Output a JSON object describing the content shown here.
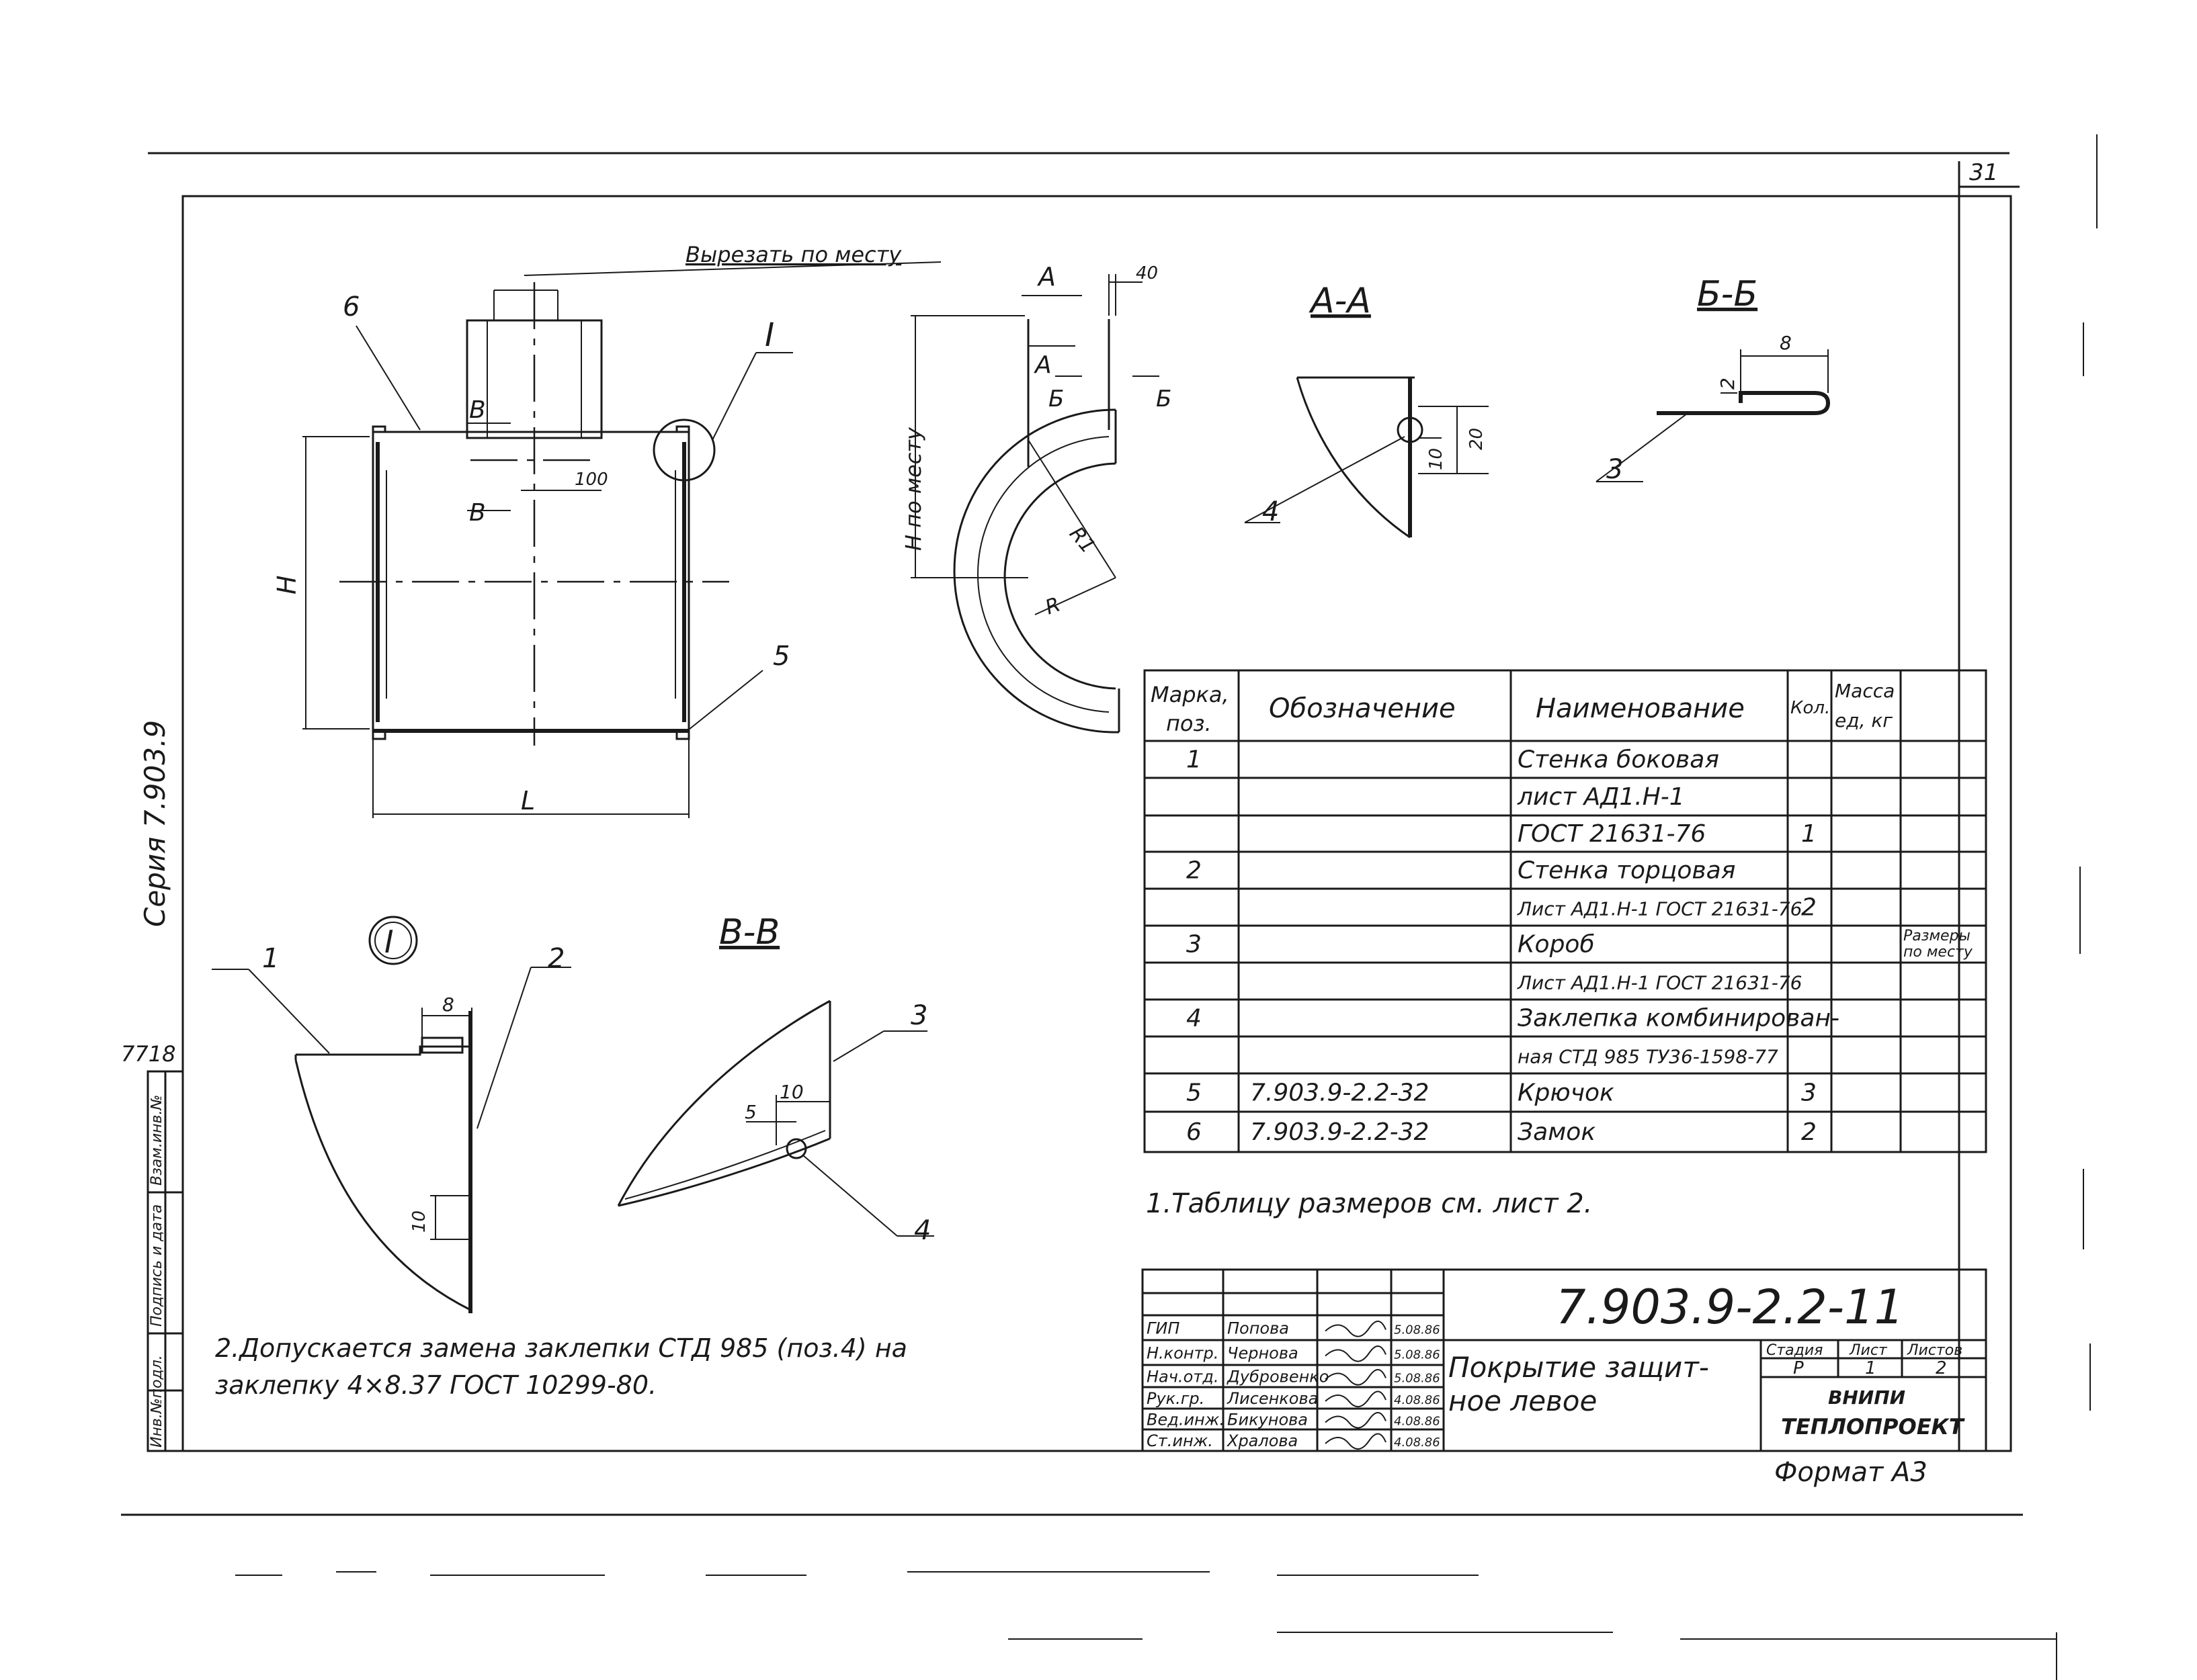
{
  "sheet": {
    "page_number": "31",
    "series_label": "Серия 7.903.9",
    "format_label": "Формат А3"
  },
  "side_strip": {
    "code": "7718",
    "rows": [
      "Взам.инв.№",
      "Подпись и дата",
      "Инв.№подл."
    ]
  },
  "main_view": {
    "cut_note": "Вырезать по месту",
    "pos_6": "6",
    "pos_5": "5",
    "detail_mark": "I",
    "section_b": "В",
    "dim_100": "100",
    "dim_H": "H",
    "dim_L": "L"
  },
  "side_view": {
    "mark_a": "А",
    "mark_b": "Б",
    "dim_40": "40",
    "height_label": "H по месту",
    "radius_1": "R1",
    "radius": "R"
  },
  "section_aa": {
    "title": "А-А",
    "dim_10": "10",
    "dim_20": "20",
    "pos": "4"
  },
  "section_bb": {
    "title": "Б-Б",
    "dim_8": "8",
    "dim_2": "2",
    "pos": "3"
  },
  "detail_1": {
    "mark": "I",
    "pos_1": "1",
    "pos_2": "2",
    "dim_8": "8",
    "dim_10": "10"
  },
  "section_vv": {
    "title": "В-В",
    "pos_3": "3",
    "pos_4": "4",
    "dim_10": "10",
    "dim_5": "5"
  },
  "spec_table": {
    "headers": [
      "Марка, поз.",
      "Обозначение",
      "Наименование",
      "Кол.",
      "Масса ед, кг",
      ""
    ],
    "rows": [
      [
        "1",
        "",
        "Стенка боковая",
        "",
        "",
        ""
      ],
      [
        "",
        "",
        "лист АД1.Н-1",
        "",
        "",
        ""
      ],
      [
        "",
        "",
        "ГОСТ 21631-76",
        "1",
        "",
        ""
      ],
      [
        "2",
        "",
        "Стенка торцовая",
        "",
        "",
        ""
      ],
      [
        "",
        "",
        "Лист АД1.Н-1 ГОСТ 21631-76",
        "2",
        "",
        ""
      ],
      [
        "3",
        "",
        "Короб",
        "",
        "",
        "Размеры по месту"
      ],
      [
        "",
        "",
        "Лист АД1.Н-1 ГОСТ 21631-76",
        "",
        "",
        ""
      ],
      [
        "4",
        "",
        "Заклепка комбинирован-",
        "",
        "",
        ""
      ],
      [
        "",
        "",
        "ная СТД 985 ТУ36-1598-77",
        "",
        "",
        ""
      ],
      [
        "5",
        "7.903.9-2.2-32",
        "Крючок",
        "3",
        "",
        ""
      ],
      [
        "6",
        "7.903.9-2.2-32",
        "Замок",
        "2",
        "",
        ""
      ]
    ]
  },
  "notes": {
    "note_1": "1.Таблицу размеров см. лист 2.",
    "note_2_line1": "2.Допускается замена заклепки СТД 985 (поз.4) на",
    "note_2_line2": "заклепку 4×8.37 ГОСТ 10299-80."
  },
  "title_block": {
    "doc_number": "7.903.9-2.2-11",
    "title_line1": "Покрытие защит-",
    "title_line2": "ное левое",
    "stage_header": "Стадия",
    "sheet_header": "Лист",
    "sheets_header": "Листов",
    "stage": "Р",
    "sheet": "1",
    "sheets": "2",
    "org_line1": "ВНИПИ",
    "org_line2": "ТЕПЛОПРОЕКТ",
    "staff": [
      {
        "role": "ГИП",
        "name": "Попова",
        "date": "5.08.86"
      },
      {
        "role": "Н.контр.",
        "name": "Чернова",
        "date": "5.08.86"
      },
      {
        "role": "Нач.отд.",
        "name": "Дубровенко",
        "date": "5.08.86"
      },
      {
        "role": "Рук.гр.",
        "name": "Лисенкова",
        "date": "4.08.86"
      },
      {
        "role": "Вед.инж.",
        "name": "Бикунова",
        "date": "4.08.86"
      },
      {
        "role": "Ст.инж.",
        "name": "Хралова",
        "date": "4.08.86"
      }
    ]
  }
}
